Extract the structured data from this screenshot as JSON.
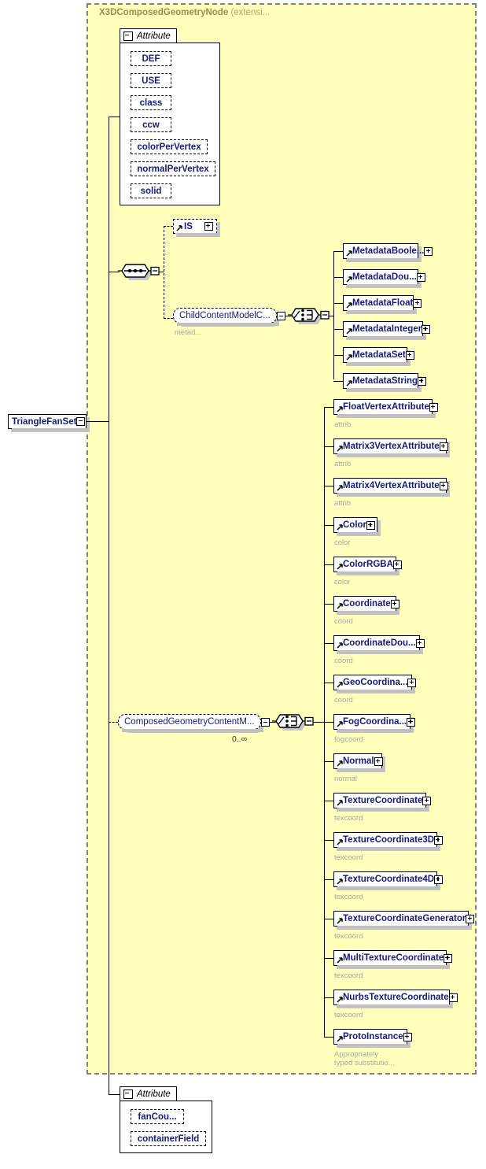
{
  "diagram": {
    "type": "xsd-schema-diagram",
    "root_element": {
      "name": "TriangleFanSet",
      "expander": "minus"
    },
    "extension_panel": {
      "title": "X3DComposedGeometryNode",
      "subtitle": "(extensi..."
    },
    "attribute_group_top": {
      "label": "Attribute",
      "attributes": [
        {
          "name": "DEF"
        },
        {
          "name": "USE"
        },
        {
          "name": "class"
        },
        {
          "name": "ccw"
        },
        {
          "name": "colorPerVertex"
        },
        {
          "name": "normalPerVertex"
        },
        {
          "name": "solid"
        }
      ]
    },
    "sequence_compositor": {
      "icon": "sequence-icon",
      "expander": "minus"
    },
    "is_element": {
      "name": "IS",
      "expander": "plus"
    },
    "child_content_model": {
      "name": "ChildContentModelC...",
      "expander": "minus",
      "caption": "metad..."
    },
    "metadata_choice": {
      "icon": "choice-icon",
      "expander": "minus"
    },
    "metadata_elements": [
      {
        "name": "MetadataBoole...",
        "expander": "plus"
      },
      {
        "name": "MetadataDou...",
        "expander": "plus"
      },
      {
        "name": "MetadataFloat",
        "expander": "plus"
      },
      {
        "name": "MetadataInteger",
        "expander": "plus"
      },
      {
        "name": "MetadataSet",
        "expander": "plus"
      },
      {
        "name": "MetadataString",
        "expander": "plus"
      }
    ],
    "composed_geometry_content_model": {
      "name": "ComposedGeometryContentM...",
      "expander": "minus",
      "cardinality": "0..∞"
    },
    "geometry_choice": {
      "icon": "choice-icon",
      "expander": "minus"
    },
    "geometry_elements": [
      {
        "name": "FloatVertexAttribute",
        "expander": "plus",
        "caption": "attrib"
      },
      {
        "name": "Matrix3VertexAttribute",
        "expander": "plus",
        "caption": "attrib"
      },
      {
        "name": "Matrix4VertexAttribute",
        "expander": "plus",
        "caption": "attrib"
      },
      {
        "name": "Color",
        "expander": "plus",
        "caption": "color"
      },
      {
        "name": "ColorRGBA",
        "expander": "plus",
        "caption": "color"
      },
      {
        "name": "Coordinate",
        "expander": "plus",
        "caption": "coord"
      },
      {
        "name": "CoordinateDou...",
        "expander": "plus",
        "caption": "coord"
      },
      {
        "name": "GeoCoordina...",
        "expander": "plus",
        "caption": "coord"
      },
      {
        "name": "FogCoordina...",
        "expander": "plus",
        "caption": "fogcoord"
      },
      {
        "name": "Normal",
        "expander": "plus",
        "caption": "normal"
      },
      {
        "name": "TextureCoordinate",
        "expander": "plus",
        "caption": "texcoord"
      },
      {
        "name": "TextureCoordinate3D",
        "expander": "plus",
        "caption": "texcoord"
      },
      {
        "name": "TextureCoordinate4D",
        "expander": "plus",
        "caption": "texcoord"
      },
      {
        "name": "TextureCoordinateGenerator",
        "expander": "plus",
        "caption": "texcoord"
      },
      {
        "name": "MultiTextureCoordinate",
        "expander": "plus",
        "caption": "texcoord"
      },
      {
        "name": "NurbsTextureCoordinate",
        "expander": "plus",
        "caption": "texcoord"
      },
      {
        "name": "ProtoInstance",
        "expander": "plus",
        "caption": "Appropriately\ntyped substitutio..."
      }
    ],
    "attribute_group_bottom": {
      "label": "Attribute",
      "attributes": [
        {
          "name": "fanCou..."
        },
        {
          "name": "containerField"
        }
      ]
    },
    "colors": {
      "panel_fill": "#ffffbb",
      "panel_border": "#808080",
      "element_text": "#1a1a6e",
      "caption_text": "#a8a8a8",
      "panel_title": "#9a8e4a",
      "box_shadow": "#c6c6c6"
    }
  }
}
